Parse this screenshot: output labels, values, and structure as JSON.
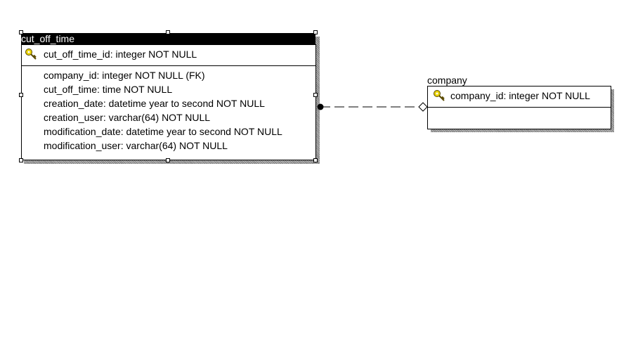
{
  "entities": {
    "cut_off_time": {
      "name": "cut_off_time",
      "pk": [
        "cut_off_time_id: integer NOT NULL"
      ],
      "attributes": [
        "company_id: integer NOT NULL (FK)",
        "cut_off_time: time NOT NULL",
        "creation_date: datetime year to second NOT NULL",
        "creation_user: varchar(64) NOT NULL",
        "modification_date: datetime year to second NOT NULL",
        "modification_user: varchar(64) NOT NULL"
      ]
    },
    "company": {
      "name": "company",
      "pk": [
        "company_id: integer NOT NULL"
      ],
      "attributes": []
    }
  },
  "relationship": {
    "from": "company",
    "to": "cut_off_time",
    "style": "dashed",
    "cardinality_parent": "zero-or-one",
    "cardinality_child": "many"
  },
  "colors": {
    "key_icon": "#e8d100",
    "selected_title_bg": "#000000",
    "shadow": "#888888"
  }
}
